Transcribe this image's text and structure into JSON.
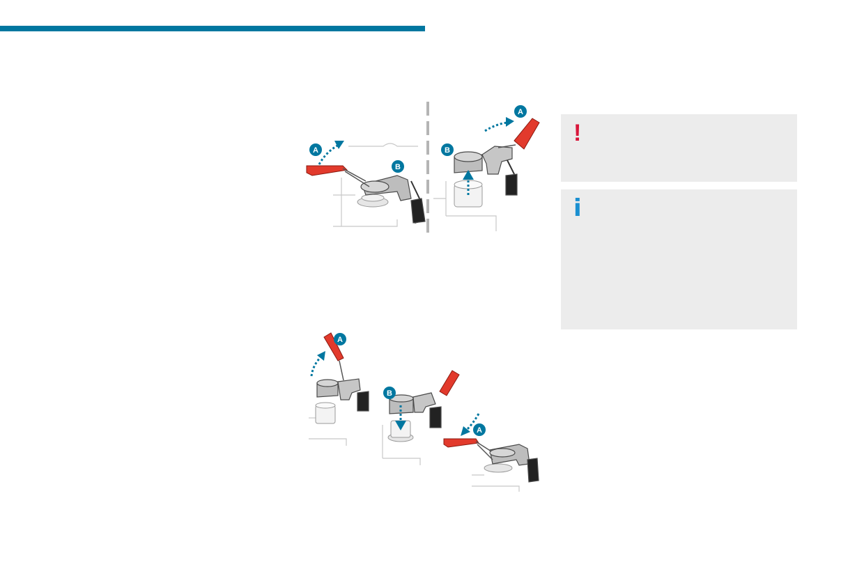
{
  "colors": {
    "accent": "#0077a0",
    "clamp_red": "#e23a2c",
    "warning": "#d9173b",
    "info": "#1a8fd0",
    "note_bg": "#ececec",
    "line_grey": "#c8c8c8",
    "part_grey": "#8a8a8a"
  },
  "figure1": {
    "left": {
      "label_a": "A",
      "label_b": "B"
    },
    "right": {
      "label_a": "A",
      "label_b": "B"
    }
  },
  "figure2": {
    "step1": {
      "label_a": "A"
    },
    "step2": {
      "label_b": "B"
    },
    "step3": {
      "label_a": "A"
    }
  },
  "warning_note": {
    "icon_glyph": "!",
    "icon": "exclamation-icon"
  },
  "info_note": {
    "icon_glyph": "i",
    "icon": "info-icon"
  }
}
